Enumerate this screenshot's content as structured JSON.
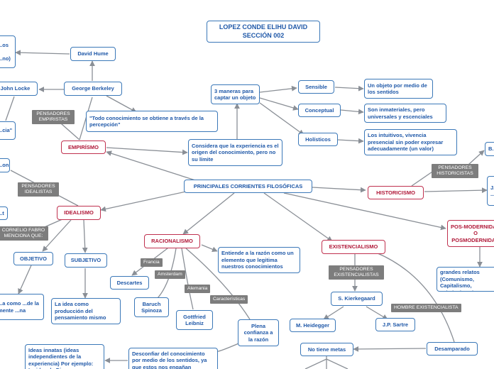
{
  "title": "LOPEZ CONDE ELIHU DAVID\nSECCIÓN 002",
  "central": "PRINCIPALES CORRIENTES FILOSÓFICAS",
  "nodes": {
    "empirismo": "EMPIRÍSMO",
    "idealismo": "IDEALISMO",
    "racionalismo": "RACIONALISMO",
    "existencialismo": "EXISTENCIALISMO",
    "historicismo": "HISTORICISMO",
    "posmodernidad": "POS-MODERNIDAD\nO\nPOSMODERNIDAD",
    "david_hume": "David Hume",
    "george_berkeley": "George Berkeley",
    "john_locke": "John Locke",
    "berkeley_quote": "\"Todo conocimiento se obtiene a través de la percepción\"",
    "considera": "Considera que la experiencia es el origen del conocimiento, pero no su límite",
    "tres_maneras": "3 maneras para captar un objeto",
    "sensible": "Sensible",
    "conceptual": "Conceptual",
    "holisticos": "Holísticos",
    "sensible_desc": "Un objeto por medio de los sentidos",
    "conceptual_desc": "Son inmateriales, pero universales y escenciales",
    "holisticos_desc": "Los intuitivos, vivencia presencial sin poder expresar adecuadamente (un valor)",
    "objetivo": "OBJETIVO",
    "subjetivo": "SUBJETIVO",
    "objetivo_desc": "...a como ...de la mente ...na",
    "subjetivo_desc": "La idea como producción del pensamiento mismo",
    "racion_desc": "Entiende a la razón como un elemento que legitima nuestros conocimientos",
    "descartes": "Descartes",
    "spinoza": "Baruch Spinoza",
    "leibniz": "Gottfried Leibniz",
    "plena": "Plena confianza a la razón",
    "desconfiar": "Desconfiar del conocimiento por medio de los sentidos, ya que estos nos engañan",
    "ideas_innatas": "Ideas innatas (ideas independientes de la experiencia) Por ejemplo: La idea de Dios",
    "kierkegaard": "S. Kierkegaard",
    "heidegger": "M. Heidegger",
    "sartre": "J.P. Sartre",
    "no_metas": "No tiene metas",
    "desamparado": "Desamparado",
    "posmo_desc": "Destruccion de los grandes relatos (Comunismo, Capitalismo, Cristianismo)",
    "left_top_partial": "...os\n\n...no)",
    "left_mid_partial": "...cia\"",
    "left_on_partial": "...on",
    "left_t_partial": "...t",
    "right_b_partial": "B...",
    "right_mid_partial": "J...\n..."
  },
  "labels": {
    "pens_empiristas": "PENSADORES EMPIRISTAS",
    "pens_idealistas": "PENSADORES IDEALISTAS",
    "cornelio": "CORNELIO FABRO MENCIONA QUE:",
    "pens_historicistas": "PENSADORES HISTORICISTAS",
    "pens_existencialistas": "PENSADORES EXISTENCIALISTAS",
    "francia": "Francia",
    "amsterdam": "Amsterdam",
    "alemania": "Alemania",
    "caracteristicas": "Características",
    "hombre_existencialista": "HOMBRE EXISTENCIALISTA"
  }
}
